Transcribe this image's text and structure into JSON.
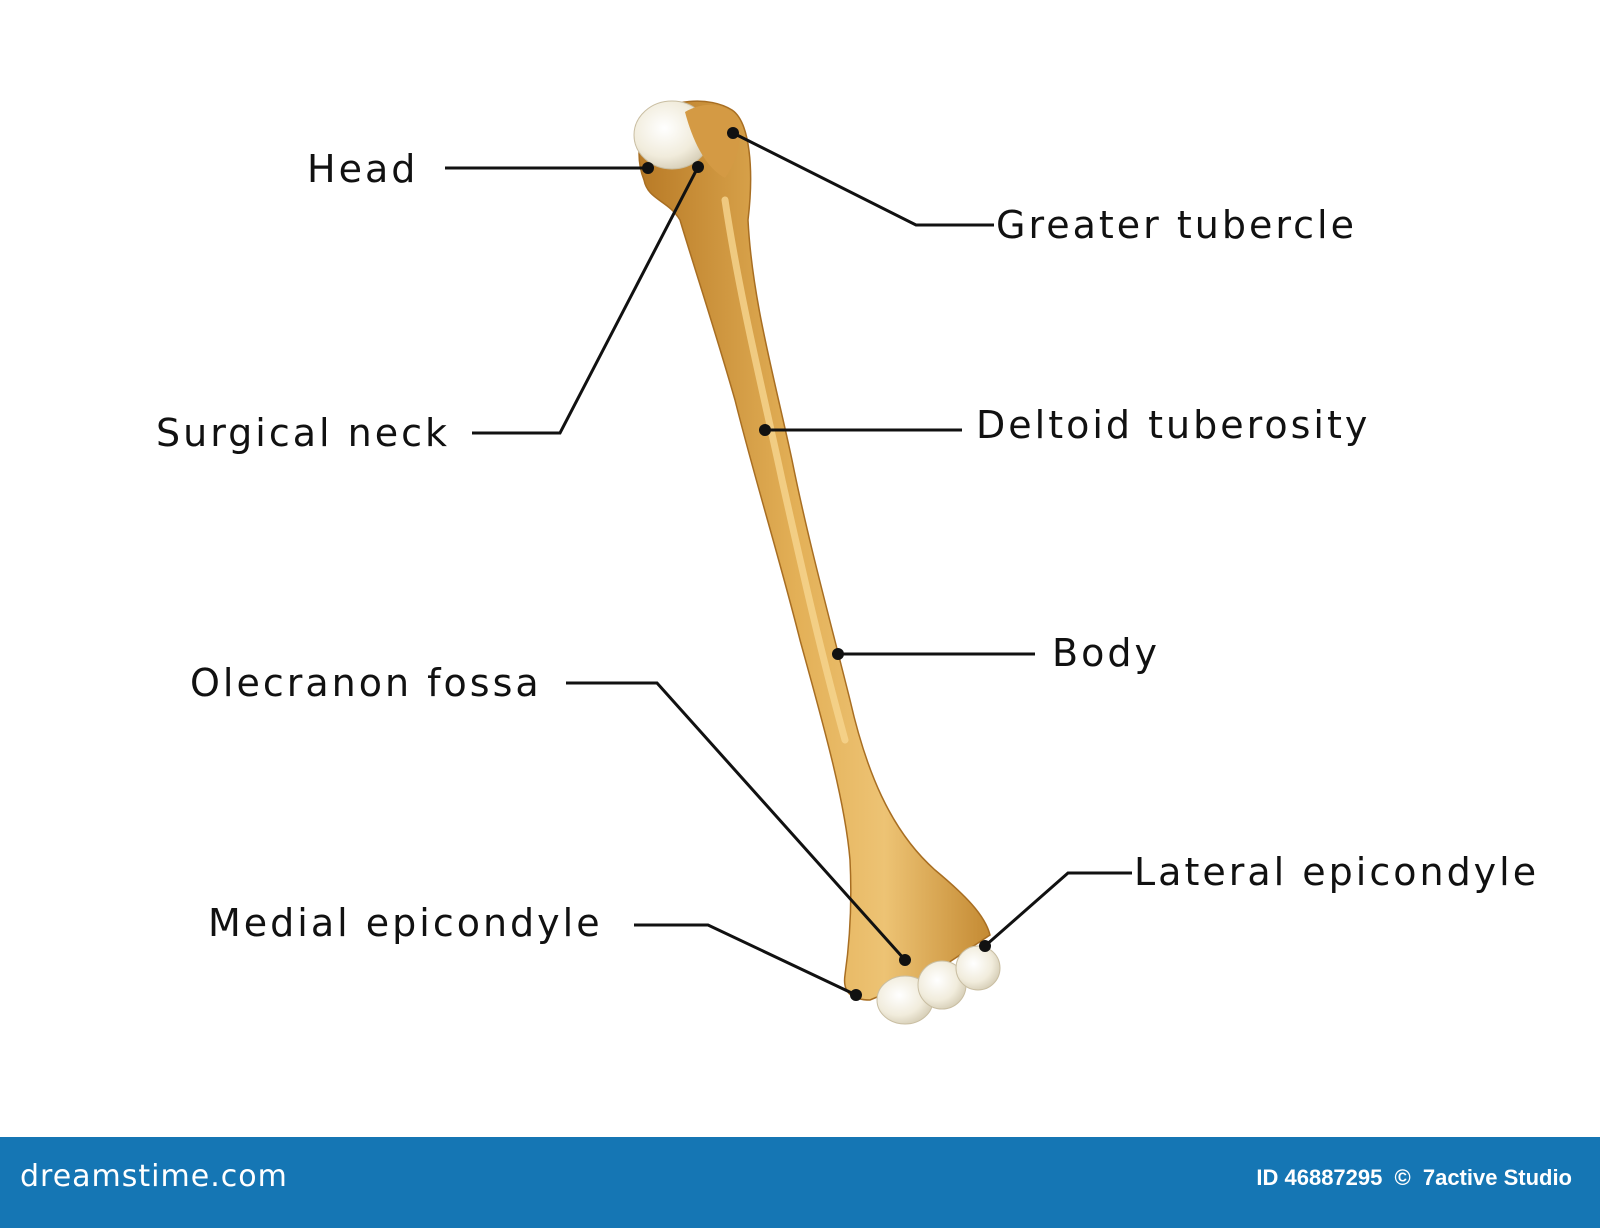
{
  "labels": {
    "head": "Head",
    "greater_tubercle": "Greater tubercle",
    "surgical_neck": "Surgical neck",
    "deltoid_tuberosity": "Deltoid tuberosity",
    "body": "Body",
    "olecranon_fossa": "Olecranon fossa",
    "lateral_epicondyle": "Lateral epicondyle",
    "medial_epicondyle": "Medial epicondyle"
  },
  "footer": {
    "logo": "dreamstime.com",
    "id": "ID 46887295",
    "copyright_symbol": "©",
    "author": "7active Studio"
  },
  "colors": {
    "bone": "#d9a347",
    "bone_dark": "#b97a26",
    "cartilage": "#f2eee2",
    "leader_line": "#111111",
    "footer_bg": "#1576b4"
  }
}
